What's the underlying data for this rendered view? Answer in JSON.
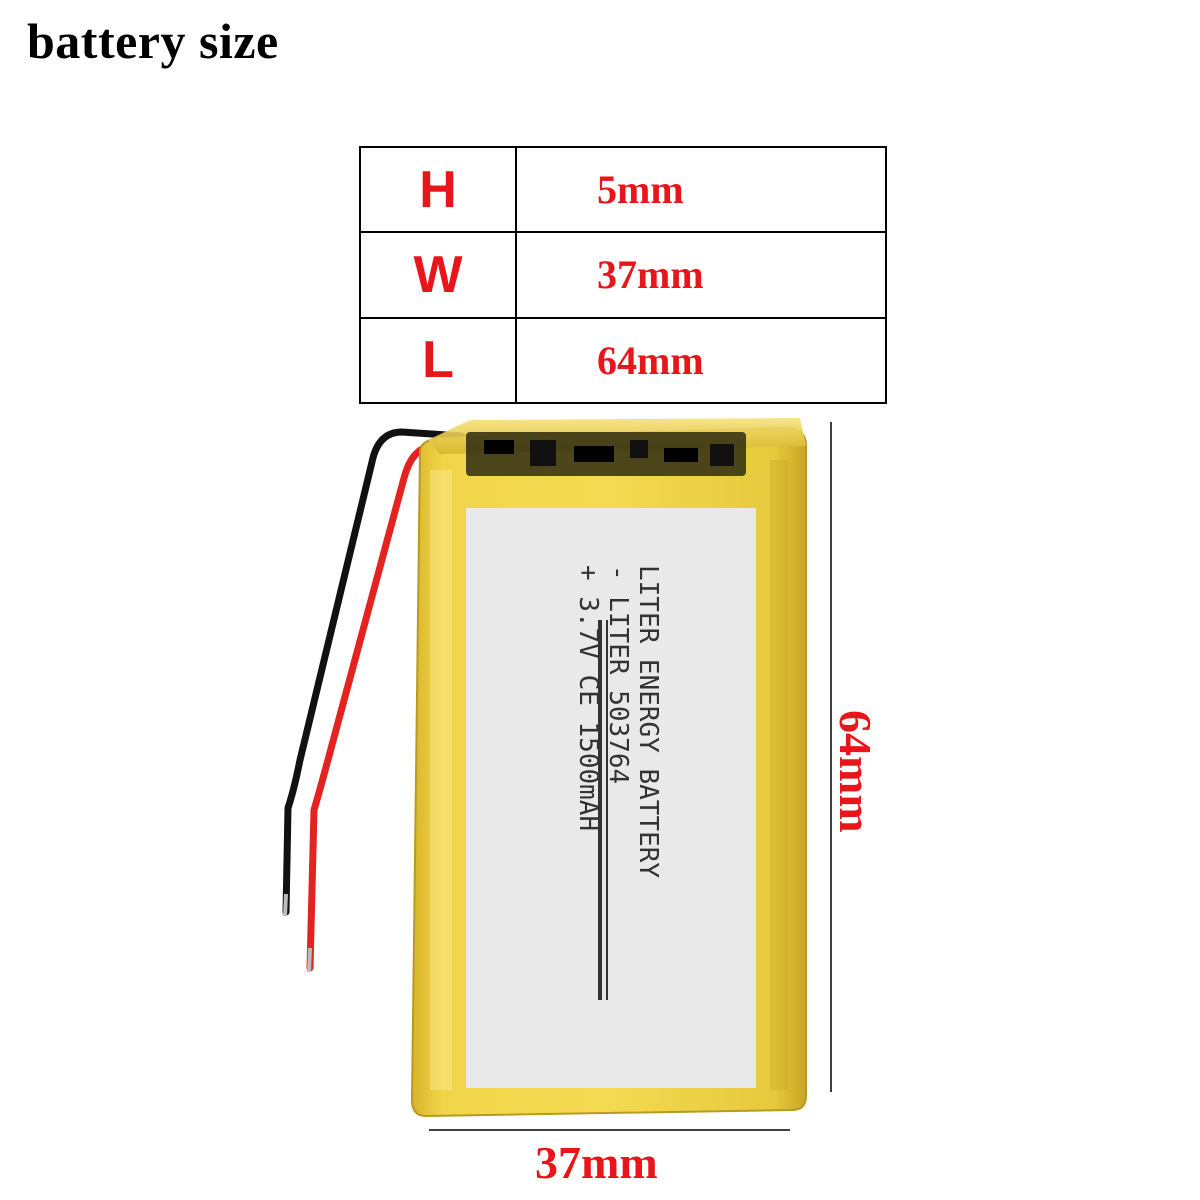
{
  "title": "battery size",
  "table": [
    {
      "key": "H",
      "value": "5mm"
    },
    {
      "key": "W",
      "value": "37mm"
    },
    {
      "key": "L",
      "value": "64mm"
    }
  ],
  "dimensions": {
    "width_label": "37mm",
    "length_label": "64mm"
  },
  "battery_label": {
    "line1": "LITER ENERGY BATTERY",
    "line2": "- LITER 503764",
    "line3": "+ 3.7V CE 1500mAH"
  },
  "colors": {
    "accent": "#e8161b",
    "battery_wrap": "#e8cc3a",
    "label_bg": "#e9e9ea"
  }
}
